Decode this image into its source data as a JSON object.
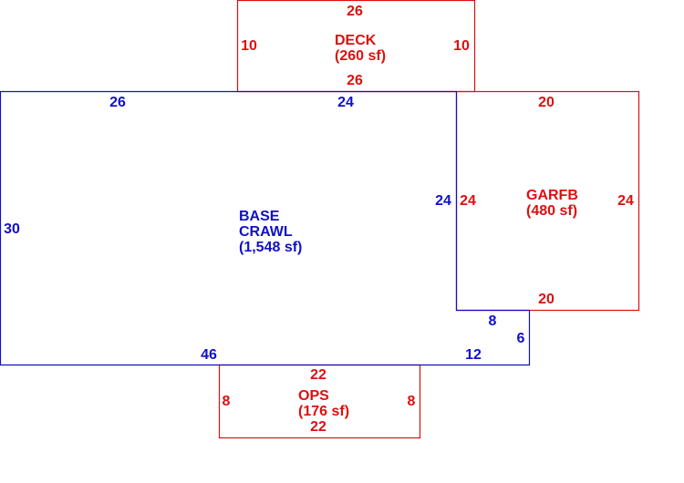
{
  "colors": {
    "base": "#1010c8",
    "addition": "#dd1010",
    "background": "#ffffff"
  },
  "base": {
    "name_line1": "BASE",
    "name_line2": "CRAWL",
    "area": "(1,548 sf)",
    "dims": {
      "top_left": "26",
      "top_right": "24",
      "left": "30",
      "right_upper": "24",
      "notch_top": "8",
      "notch_right": "6",
      "bottom_right": "12",
      "bottom_left": "46"
    }
  },
  "deck": {
    "name": "DECK",
    "area": "(260 sf)",
    "dims": {
      "top": "26",
      "bottom": "26",
      "left": "10",
      "right": "10"
    }
  },
  "garfb": {
    "name": "GARFB",
    "area": "(480 sf)",
    "dims": {
      "top": "20",
      "bottom": "20",
      "left": "24",
      "right": "24"
    }
  },
  "ops": {
    "name": "OPS",
    "area": "(176 sf)",
    "dims": {
      "top": "22",
      "bottom": "22",
      "left": "8",
      "right": "8"
    }
  }
}
